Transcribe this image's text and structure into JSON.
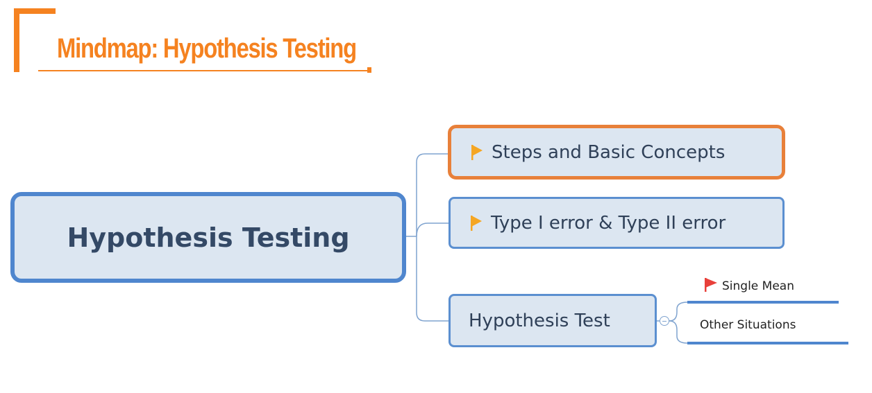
{
  "header": {
    "title": "Mindmap: Hypothesis Testing"
  },
  "mindmap": {
    "root": "Hypothesis Testing",
    "branches": [
      {
        "label": "Steps and Basic Concepts",
        "flag": "orange-flag-icon",
        "highlighted": true
      },
      {
        "label": "Type I error & Type II error",
        "flag": "orange-flag-icon"
      },
      {
        "label": "Hypothesis Test",
        "children": [
          {
            "label": "Single Mean",
            "flag": "red-flag-icon"
          },
          {
            "label": "Other Situations"
          }
        ]
      }
    ]
  },
  "colors": {
    "accent": "#F58220",
    "node_fill": "#DCE6F1",
    "node_border": "#5B8FD0",
    "highlight_border": "#E8803A",
    "flag_orange": "#F5A623",
    "flag_red": "#E8403A"
  }
}
